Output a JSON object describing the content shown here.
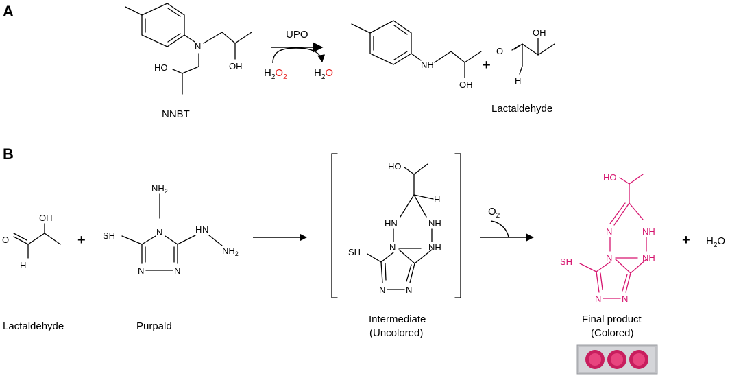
{
  "panels": {
    "a": "A",
    "b": "B"
  },
  "panel_a": {
    "substrate_label": "NNBT",
    "enzyme": "UPO",
    "reagent": {
      "base": "H",
      "sub": "2",
      "ox": "O",
      "ox_sub": "2"
    },
    "byproduct": {
      "base": "H",
      "sub": "2",
      "ox": "O"
    },
    "product2_label": "Lactaldehyde",
    "plus": "+"
  },
  "panel_b": {
    "reactant1_label": "Lactaldehyde",
    "reactant2_label": "Purpald",
    "intermediate_label_1": "Intermediate",
    "intermediate_label_2": "(Uncolored)",
    "oxidant": {
      "base": "O",
      "sub": "2"
    },
    "final_label_1": "Final product",
    "final_label_2": "(Colored)",
    "water": {
      "base": "H",
      "sub": "2",
      "ox": "O"
    },
    "plus": "+"
  },
  "atoms": {
    "N": "N",
    "O": "O",
    "H": "H",
    "HO": "HO",
    "OH": "OH",
    "NH": "NH",
    "HN": "HN",
    "NH2": "NH",
    "two": "2",
    "SH": "SH"
  },
  "colors": {
    "highlight": "#e8201f",
    "product": "#d6156f",
    "well": "#e8457f"
  }
}
